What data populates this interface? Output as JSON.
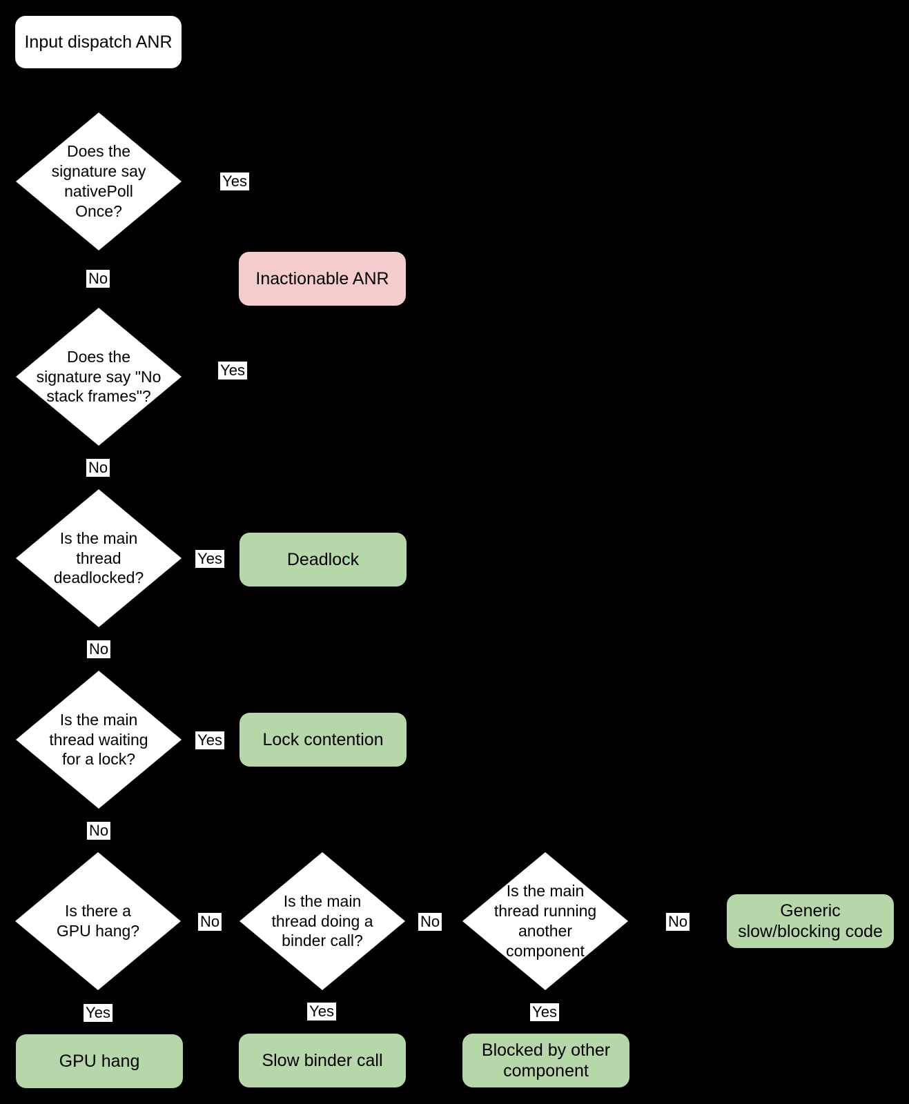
{
  "diagram": {
    "background_color": "#000000",
    "node_fill_white": "#FFFFFF",
    "text_color": "#000000",
    "start": {
      "label": "Input dispatch ANR",
      "fill": "#FFFFFF"
    },
    "decisions": {
      "native_poll": {
        "label": "Does the\nsignature say\nnativePoll\nOnce?"
      },
      "no_stack_frames": {
        "label": "Does the\nsignature say \"No\nstack frames\"?"
      },
      "deadlocked": {
        "label": "Is the main\nthread\ndeadlocked?"
      },
      "waiting_for_lock": {
        "label": "Is the main\nthread waiting\nfor a lock?"
      },
      "gpu_hang": {
        "label": "Is there a\nGPU hang?"
      },
      "binder_call": {
        "label": "Is the main\nthread doing a\nbinder call?"
      },
      "another_component": {
        "label": "Is the main\nthread running\nanother\ncomponent"
      }
    },
    "outcomes": {
      "inactionable": {
        "label": "Inactionable ANR",
        "fill": "#F4CCCC"
      },
      "deadlock": {
        "label": "Deadlock",
        "fill": "#B6D7A8"
      },
      "lock_contention": {
        "label": "Lock contention",
        "fill": "#B6D7A8"
      },
      "generic_slow": {
        "label": "Generic\nslow/blocking code",
        "fill": "#B6D7A8"
      },
      "gpu_hang": {
        "label": "GPU hang",
        "fill": "#B6D7A8"
      },
      "slow_binder_call": {
        "label": "Slow binder call",
        "fill": "#B6D7A8"
      },
      "blocked_by_other": {
        "label": "Blocked by other\ncomponent",
        "fill": "#B6D7A8"
      }
    },
    "edge_labels": {
      "yes": "Yes",
      "no": "No"
    }
  }
}
